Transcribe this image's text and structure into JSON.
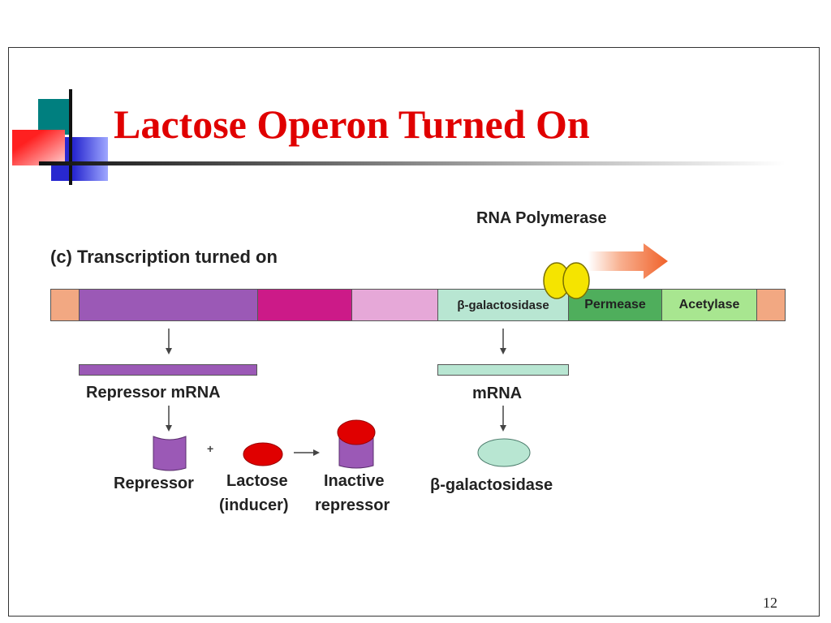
{
  "slide": {
    "title": "Lactose Operon Turned On",
    "page_number": "12"
  },
  "diagram": {
    "rna_polymerase_label": "RNA Polymerase",
    "panel_heading": "(c) Transcription turned on",
    "genes": {
      "galactosidase": "β-galactosidase",
      "permease": "Permease",
      "acetylase": "Acetylase"
    },
    "repressor_mrna_label": "Repressor mRNA",
    "mrna_label": "mRNA",
    "plus": "+",
    "repressor_label": "Repressor",
    "lactose_label_1": "Lactose",
    "lactose_label_2": "(inducer)",
    "inactive_label_1": "Inactive",
    "inactive_label_2": "repressor",
    "galactosidase_product_label": "β-galactosidase"
  },
  "colors": {
    "title": "#e00000",
    "repressor_gene": "#9b59b6",
    "promoter": "#cc1a88",
    "operator": "#e6a8d8",
    "galactosidase": "#b8e6d2",
    "permease": "#4fae5c",
    "acetylase": "#a8e690",
    "ends": "#f2a882",
    "polymerase": "#f5e400",
    "arrow": "#f0622a",
    "lactose": "#e00000"
  }
}
